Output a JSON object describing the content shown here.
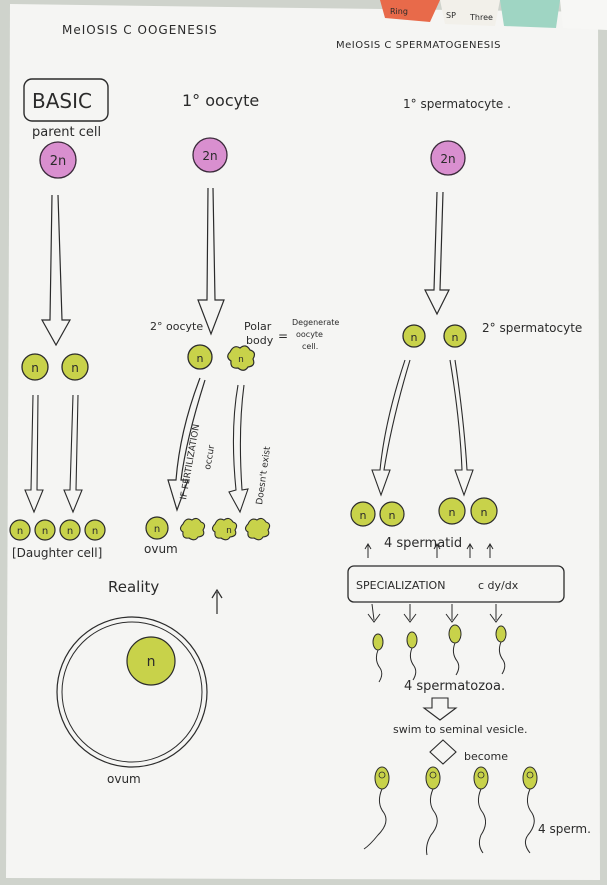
{
  "headers": {
    "left": "MeIOSIS C OOGENESIS",
    "right": "MeIOSIS C SPERMATOGENESIS",
    "corner_notes": [
      "SP",
      "Ring",
      "Three"
    ]
  },
  "basic": {
    "box_label": "BASIC",
    "parent_label": "parent cell",
    "parent_cell": "2n",
    "daughter_cell": "n",
    "daughter_caption": "[Daughter cell]"
  },
  "oogenesis": {
    "primary_label": "1° oocyte",
    "primary_cell": "2n",
    "secondary_label": "2° oocyte",
    "secondary_cell": "n",
    "polar_label": "Polar body",
    "equals": "=",
    "degenerate_note": "Degenerate oocyte cell.",
    "fert_note": "IF FERTILIZATION",
    "occur_note": "occur",
    "doesnt_exist_note": "Doesn't exist",
    "ovum_cell": "n",
    "polar_cell": "n",
    "ovum_caption": "ovum",
    "reality_label": "Reality",
    "reality_ovum_cell": "n",
    "reality_ovum_caption": "ovum"
  },
  "spermatogenesis": {
    "primary_label": "1° spermatocyte .",
    "primary_cell": "2n",
    "secondary_label": "2° spermatocyte",
    "secondary_cell": "n",
    "spermatid_cell": "n",
    "spermatid_label": "4 spermatid",
    "specialization_label": "SPECIALIZATION",
    "specialization_suffix": "c dy/dx",
    "spermatozoa_label": "4 spermatozoa.",
    "swim_label": "swim to seminal vesicle.",
    "become_label": "become",
    "sperm_label": "4 sperm."
  },
  "colors": {
    "paper": "#f5f5f3",
    "ink": "#2b2b2b",
    "diploid_fill": "#d98fcf",
    "haploid_fill": "#c8d24a",
    "nucleus_fill": "#dfe46a"
  }
}
